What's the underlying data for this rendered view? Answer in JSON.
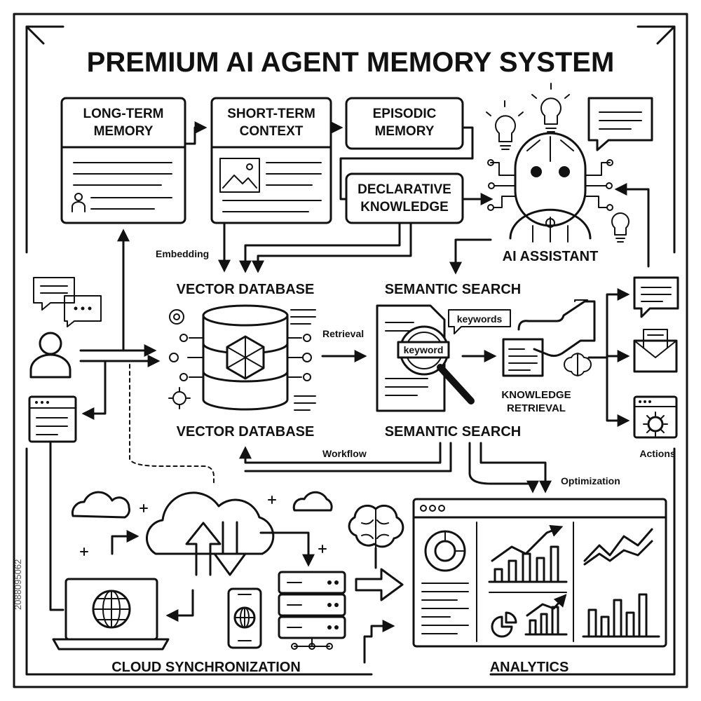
{
  "title": "PREMIUM AI AGENT MEMORY SYSTEM",
  "boxes": {
    "long_term": [
      "LONG-TERM",
      "MEMORY"
    ],
    "short_term": [
      "SHORT-TERM",
      "CONTEXT"
    ],
    "episodic": [
      "EPISODIC",
      "MEMORY"
    ],
    "declarative": [
      "DECLARATIVE",
      "KNOWLEDGE"
    ]
  },
  "labels": {
    "embedding": "Embedding",
    "ai_assistant": "AI ASSISTANT",
    "vector_db_top": "VECTOR DATABASE",
    "vector_db_bottom": "VECTOR DATABASE",
    "semantic_top": "SEMANTIC SEARCH",
    "semantic_bottom": "SEMANTIC SEARCH",
    "retrieval": "Retrieval",
    "keywords": "keywords",
    "keyword": "keyword",
    "knowledge_retrieval": [
      "KNOWLEDGE",
      "RETRIEVAL"
    ],
    "actions": "Actions",
    "workflow": "Workflow",
    "optimization": "Optimization",
    "cloud_sync": "CLOUD SYNCHRONIZATION",
    "analytics": "ANALYTICS"
  },
  "stock_id": "2088095062",
  "icons": [
    "user-icon",
    "chat-bubbles-icon",
    "browser-window-icon",
    "database-icon",
    "robot-icon",
    "lightbulb-icon",
    "document-search-icon",
    "hand-card-icon",
    "brain-icon",
    "envelope-icon",
    "gear-icon",
    "cloud-icon",
    "laptop-globe-icon",
    "phone-globe-icon",
    "server-rack-icon",
    "dashboard-icon"
  ]
}
